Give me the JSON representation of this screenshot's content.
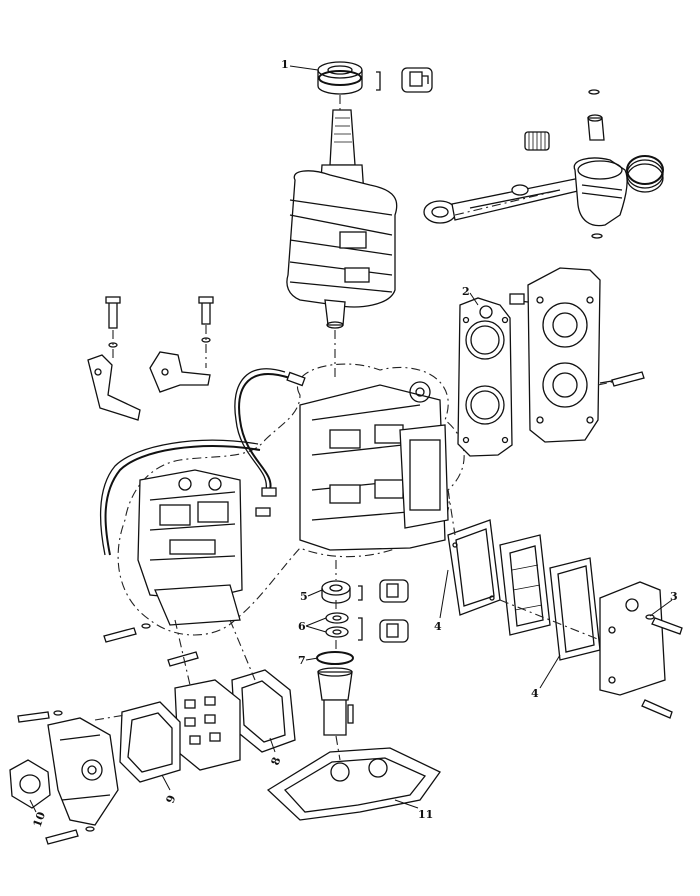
{
  "diagram": {
    "callouts": [
      {
        "id": "c1",
        "label": "1"
      },
      {
        "id": "c2",
        "label": "2"
      },
      {
        "id": "c3",
        "label": "3"
      },
      {
        "id": "c4a",
        "label": "4"
      },
      {
        "id": "c4b",
        "label": "4"
      },
      {
        "id": "c5",
        "label": "5"
      },
      {
        "id": "c6",
        "label": "6"
      },
      {
        "id": "c7",
        "label": "7"
      },
      {
        "id": "c8",
        "label": "8"
      },
      {
        "id": "c9",
        "label": "9"
      },
      {
        "id": "c10",
        "label": "10"
      },
      {
        "id": "c11",
        "label": "11"
      }
    ],
    "icons": {
      "kit_symbol": "repair-kit-icon"
    }
  }
}
